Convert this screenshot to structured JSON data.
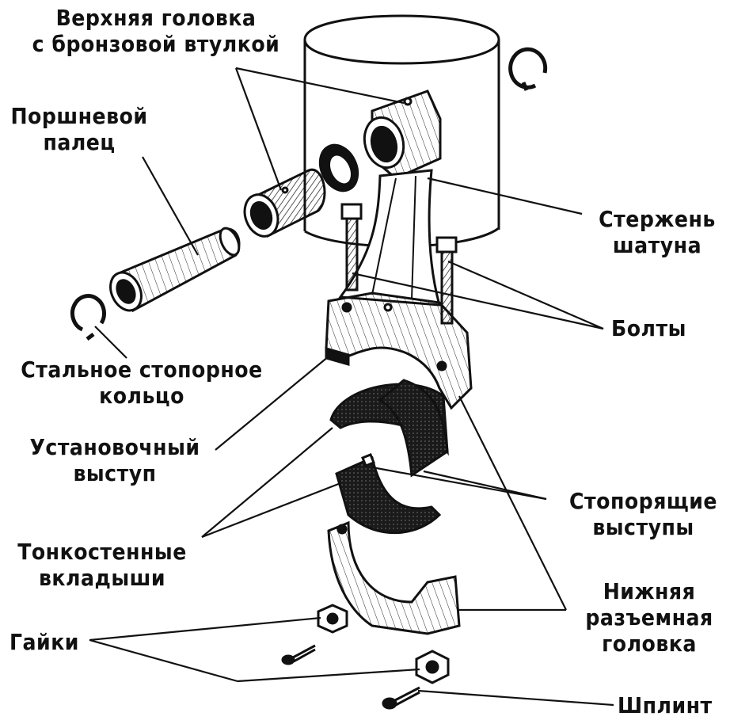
{
  "labels": {
    "upper_head": [
      "Верхняя головка",
      "с бронзовой втулкой"
    ],
    "piston_pin": [
      "Поршневой",
      "палец"
    ],
    "rod_shank": [
      "Стержень",
      "шатуна"
    ],
    "bolts": [
      "Болты"
    ],
    "steel_ring": [
      "Стальное стопорное",
      "кольцо"
    ],
    "locating_lug": [
      "Установочный",
      "выступ"
    ],
    "locking_lugs": [
      "Стопорящие",
      "выступы"
    ],
    "thin_shells": [
      "Тонкостенные",
      "вкладыши"
    ],
    "lower_cap": [
      "Нижняя",
      "разъемная",
      "головка"
    ],
    "nuts": [
      "Гайки"
    ],
    "cotter_pin": [
      "Шплинт"
    ]
  },
  "colors": {
    "ink": "#111111",
    "paper": "#ffffff",
    "shell_dark": "#1a1a1a"
  }
}
